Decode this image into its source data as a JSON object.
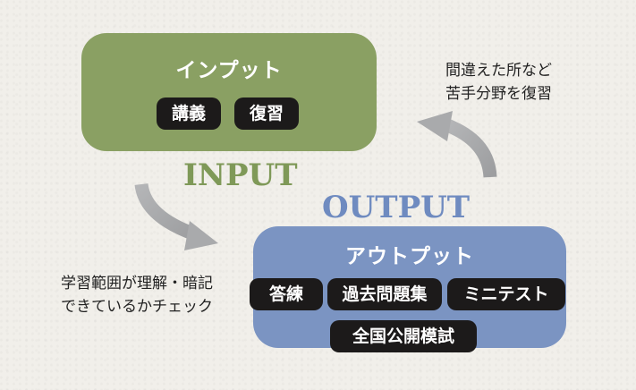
{
  "input_box": {
    "title": "インプット",
    "pills": [
      "講義",
      "復習"
    ],
    "color": "#8aa063"
  },
  "output_box": {
    "title": "アウトプット",
    "pills": [
      "答練",
      "過去問題集",
      "ミニテスト",
      "全国公開模試"
    ],
    "color": "#7b94c2"
  },
  "labels": {
    "input": "INPUT",
    "input_color": "#7f9958",
    "output": "OUTPUT",
    "output_color": "#6f8bc0"
  },
  "notes": {
    "top_right": [
      "間違えた所など",
      "苦手分野を復習"
    ],
    "bottom_left": [
      "学習範囲が理解・暗記",
      "できているかチェック"
    ]
  },
  "arrow_color": "#a9aaac"
}
